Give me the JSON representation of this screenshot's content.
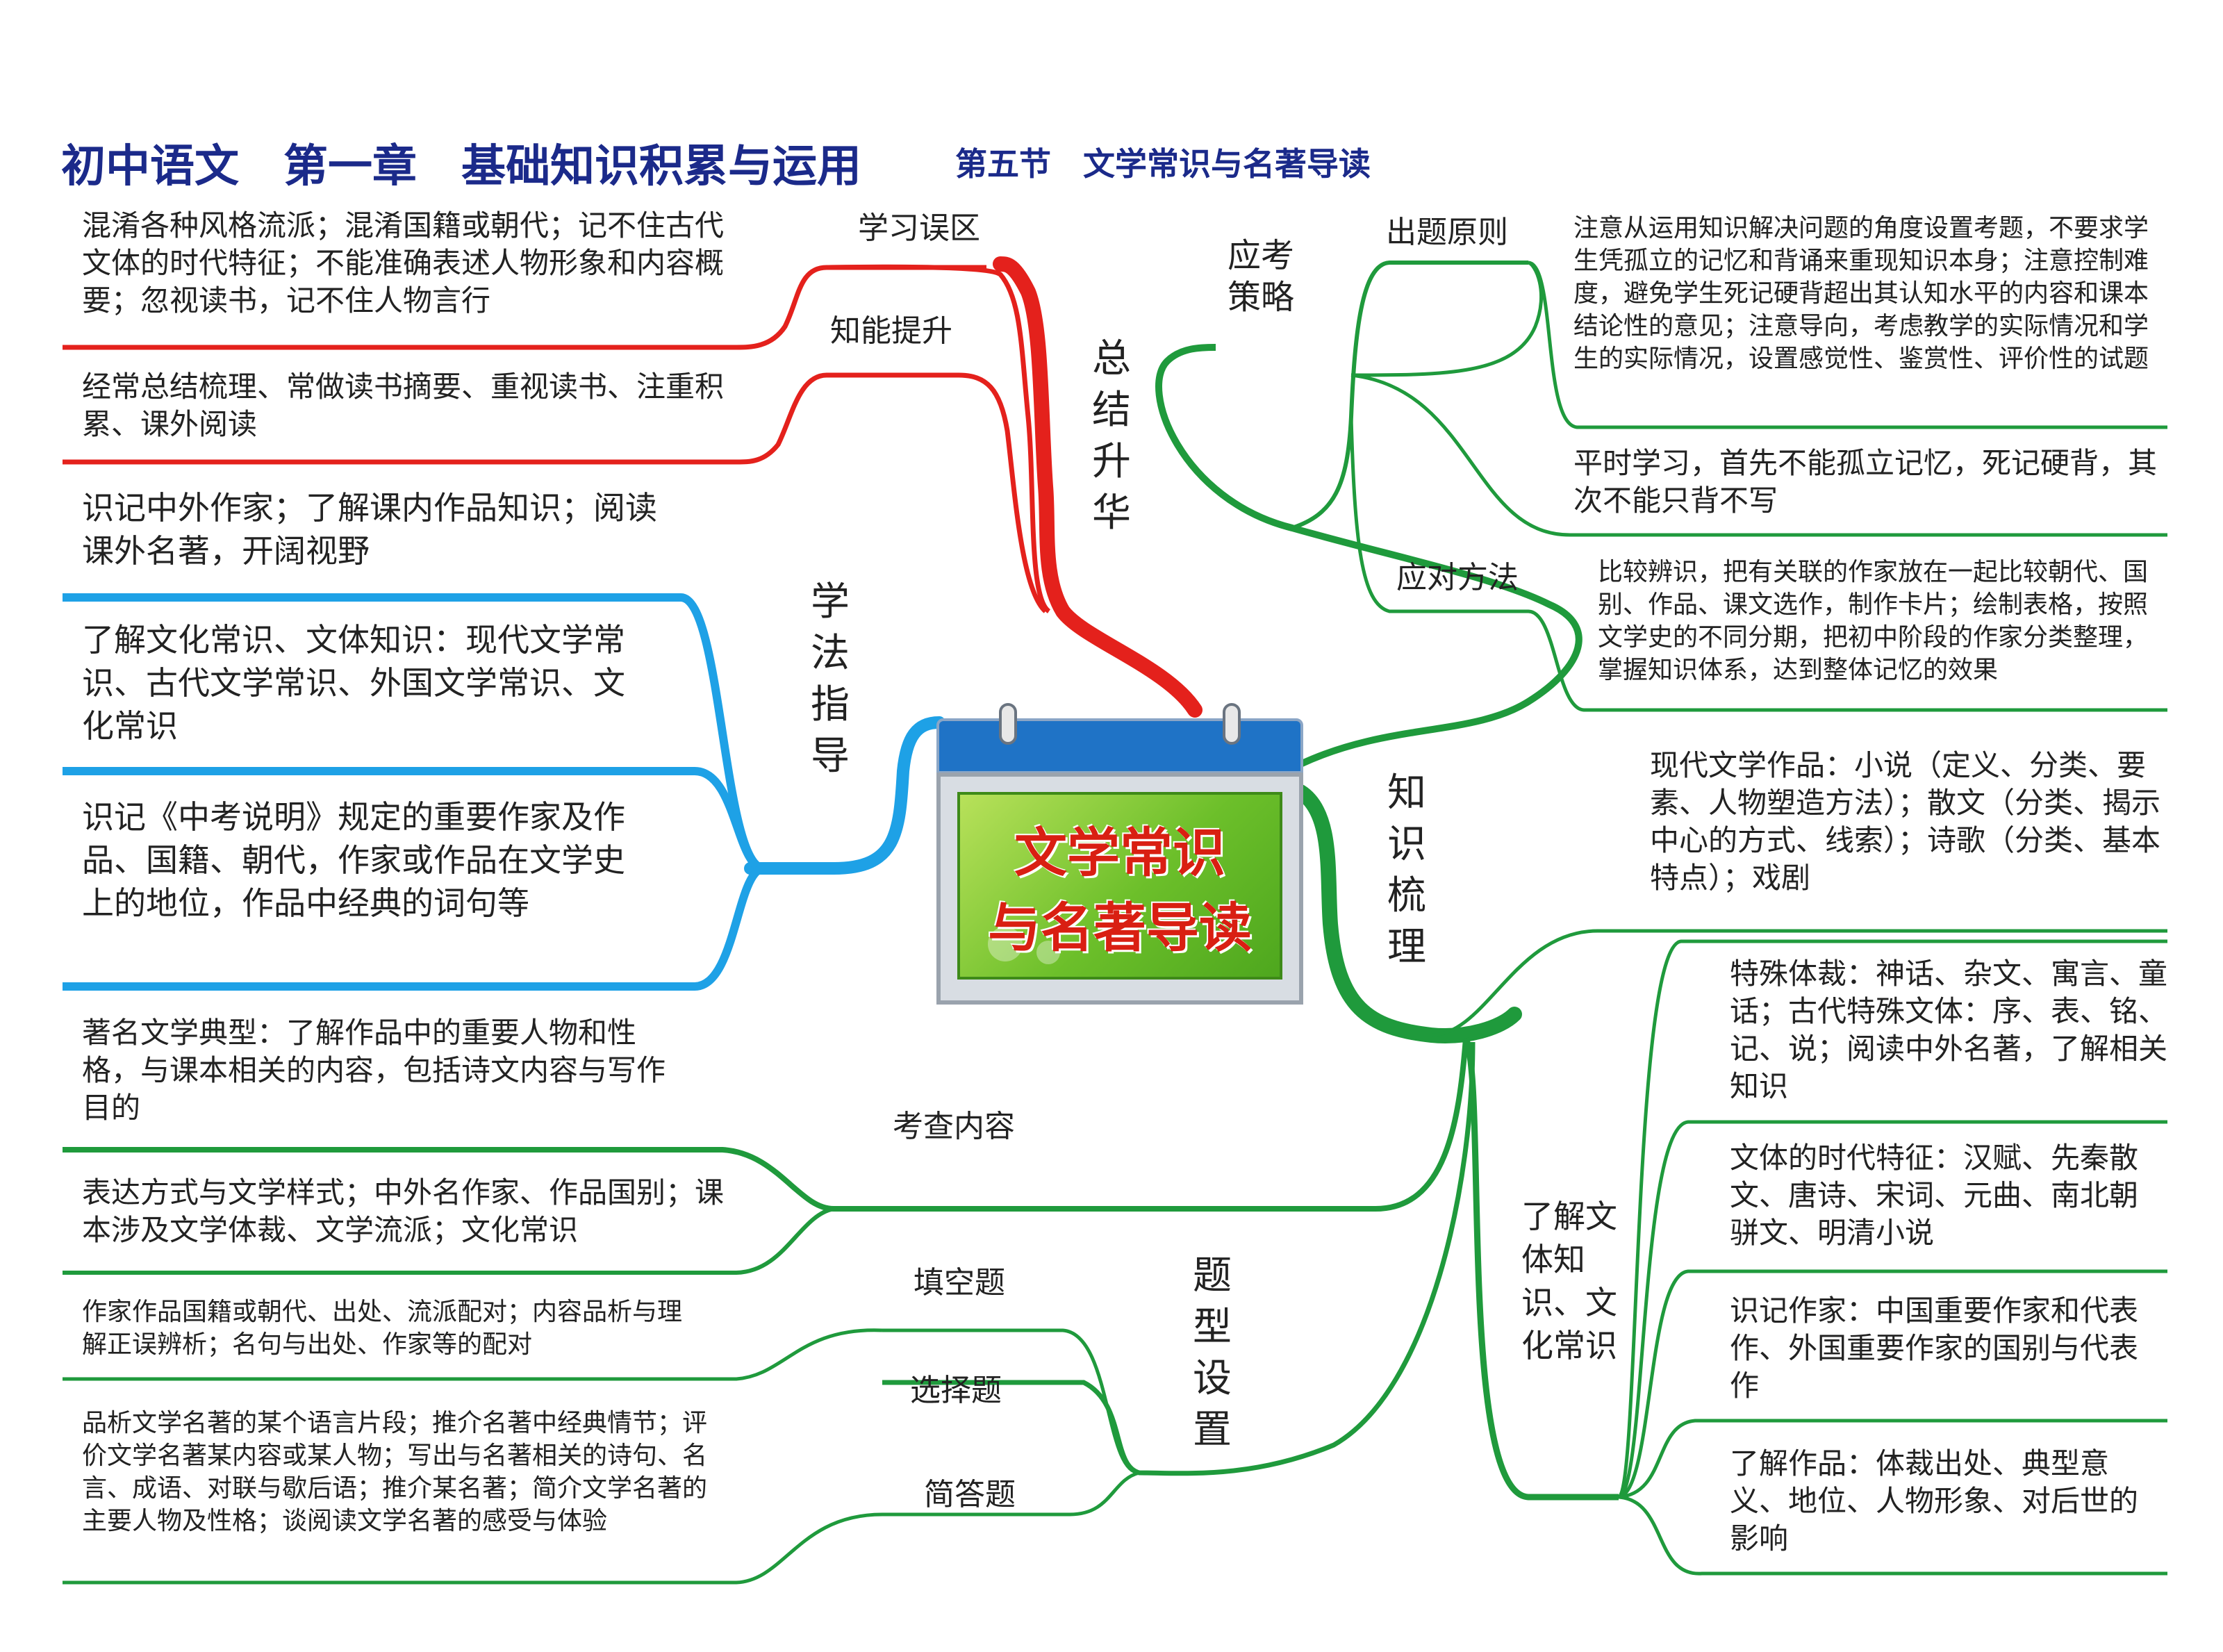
{
  "header": {
    "title_main": "初中语文　第一章　基础知识积累与运用",
    "title_sub": "第五节　文学常识与名著导读"
  },
  "center": {
    "line1": "文学常识",
    "line2": "与名著导读"
  },
  "colors": {
    "red": "#e4211c",
    "green": "#1f9a3c",
    "blue": "#1ea1e6",
    "title": "#1b2a8a"
  },
  "summary": {
    "label": "总结升华",
    "mistakes_label": "学习误区",
    "mistakes_text": "混淆各种风格流派；混淆国籍或朝代；记不住古代文体的时代特征；不能准确表述人物形象和内容概要；忽视读书，记不住人物言行",
    "improve_label": "知能提升",
    "improve_text": "经常总结梳理、常做读书摘要、重视读书、注重积累、课外阅读"
  },
  "method": {
    "label": "学法指导",
    "item1": "识记中外作家；了解课内作品知识；阅读课外名著，开阔视野",
    "item2": "了解文化常识、文体知识：现代文学常识、古代文学常识、外国文学常识、文化常识",
    "item3": "识记《中考说明》规定的重要作家及作品、国籍、朝代，作家或作品在文学史上的地位，作品中经典的词句等"
  },
  "exam": {
    "label": "考查内容",
    "item1": "著名文学典型：了解作品中的重要人物和性格，与课本相关的内容，包括诗文内容与写作目的",
    "item2": "表达方式与文学样式；中外名作家、作品国别；课本涉及文学体裁、文学流派；文化常识"
  },
  "types": {
    "label": "题型设置",
    "fill_label": "填空题",
    "fill_text": "作家作品国籍或朝代、出处、流派配对；内容品析与理解正误辨析；名句与出处、作家等的配对",
    "choice_label": "选择题",
    "short_label": "简答题",
    "short_text": "品析文学名著的某个语言片段；推介名著中经典情节；评价文学名著某内容或某人物；写出与名著相关的诗句、名言、成语、对联与歇后语；推介某名著；简介文学名著的主要人物及性格；谈阅读文学名著的感受与体验"
  },
  "strategy": {
    "label": "应考策略",
    "principle_label": "出题原则",
    "principle_text": "注意从运用知识解决问题的角度设置考题，不要求学生凭孤立的记忆和背诵来重现知识本身；注意控制难度，避免学生死记硬背超出其认知水平的内容和课本结论性的意见；注意导向，考虑教学的实际情况和学生的实际情况，设置感觉性、鉴赏性、评价性的试题",
    "principle_text2": "平时学习，首先不能孤立记忆，死记硬背，其次不能只背不写",
    "coping_label": "应对方法",
    "coping_text": "比较辨识，把有关联的作家放在一起比较朝代、国别、作品、课文选作，制作卡片；绘制表格，按照文学史的不同分期，把初中阶段的作家分类整理，掌握知识体系，达到整体记忆的效果"
  },
  "knowledge": {
    "label": "知识梳理",
    "modern_text": "现代文学作品：小说（定义、分类、要素、人物塑造方法）；散文（分类、揭示中心的方式、线索）；诗歌（分类、基本特点）；戏剧",
    "culture_label": "了解文体知识、文化常识",
    "c1": "特殊体裁：神话、杂文、寓言、童话；古代特殊文体：序、表、铭、记、说；阅读中外名著，了解相关知识",
    "c2": "文体的时代特征：汉赋、先秦散文、唐诗、宋词、元曲、南北朝骈文、明清小说",
    "c3": "识记作家：中国重要作家和代表作、外国重要作家的国别与代表作",
    "c4": "了解作品：体裁出处、典型意义、地位、人物形象、对后世的影响"
  }
}
